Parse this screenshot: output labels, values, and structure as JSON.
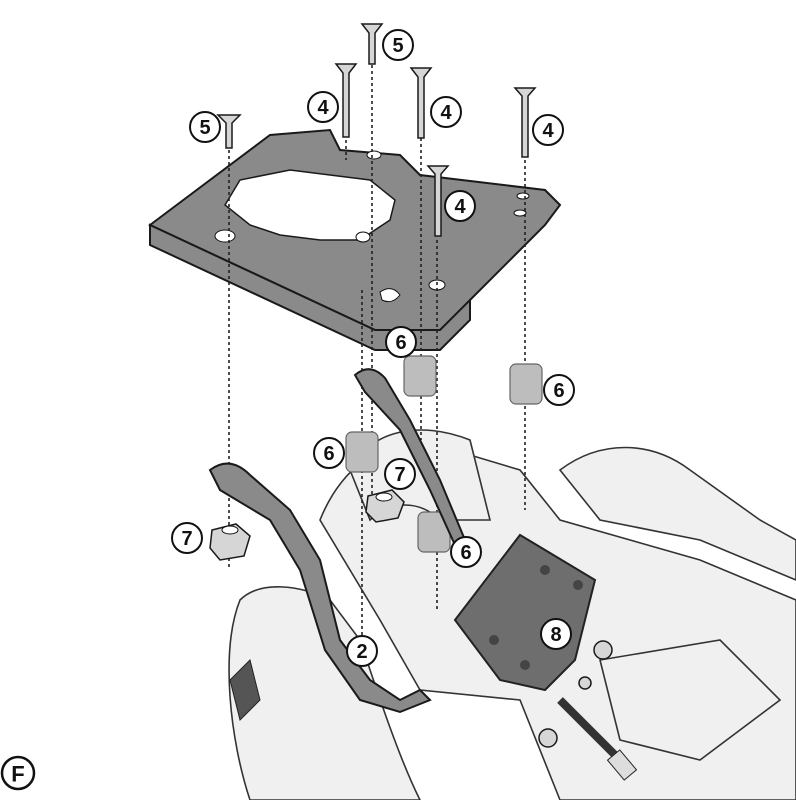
{
  "diagram": {
    "step_label": "F",
    "callouts": [
      {
        "id": "5",
        "label": "5"
      },
      {
        "id": "5b",
        "label": "5"
      },
      {
        "id": "4a",
        "label": "4"
      },
      {
        "id": "4b",
        "label": "4"
      },
      {
        "id": "4c",
        "label": "4"
      },
      {
        "id": "4d",
        "label": "4"
      },
      {
        "id": "6a",
        "label": "6"
      },
      {
        "id": "6b",
        "label": "6"
      },
      {
        "id": "6c",
        "label": "6"
      },
      {
        "id": "6d",
        "label": "6"
      },
      {
        "id": "7a",
        "label": "7"
      },
      {
        "id": "7b",
        "label": "7"
      },
      {
        "id": "2",
        "label": "2"
      },
      {
        "id": "8",
        "label": "8"
      }
    ]
  }
}
